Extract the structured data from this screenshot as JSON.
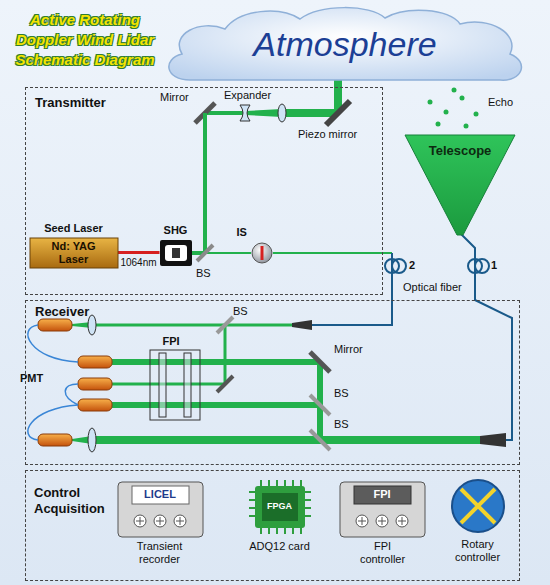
{
  "diagram": {
    "title": "Active Rotating Doppler Wind Lidar Schematic Diagram",
    "nodes": [
      {
        "text": [
          "Transmitter"
        ]
      },
      {
        "text": [
          "Seed Laser",
          "Nd: YAG Laser"
        ],
        "in": 0
      },
      {
        "text": [
          "SHG"
        ],
        "in": 0
      },
      {
        "text": [
          "IS"
        ],
        "in": 0
      },
      {
        "text": [
          "Atmosphere"
        ]
      },
      {
        "text": [
          "Telescope"
        ]
      },
      {
        "text": [
          "Receiver"
        ]
      },
      {
        "text": [
          "FPI"
        ],
        "in": 6
      },
      {
        "text": [
          "Control Acquisition"
        ]
      },
      {
        "text": [
          "LICEL",
          "Transient recorder"
        ],
        "in": 8
      },
      {
        "text": [
          "FPGA",
          "ADQ12 card"
        ],
        "in": 8
      },
      {
        "text": [
          "FPI",
          "FPI controller"
        ],
        "in": 8
      },
      {
        "text": [
          "Rotary controller"
        ],
        "in": 8
      }
    ],
    "edges": [
      {
        "from": 1,
        "to": 2,
        "arrow": "none",
        "label": "1064nm"
      }
    ],
    "labels": [
      "Mirror",
      "Expander",
      "Piezo mirror",
      "BS",
      "Echo",
      "2",
      "1",
      "Optical fiber",
      "BS",
      "PMT",
      "Mirror",
      "BS",
      "BS"
    ]
  }
}
